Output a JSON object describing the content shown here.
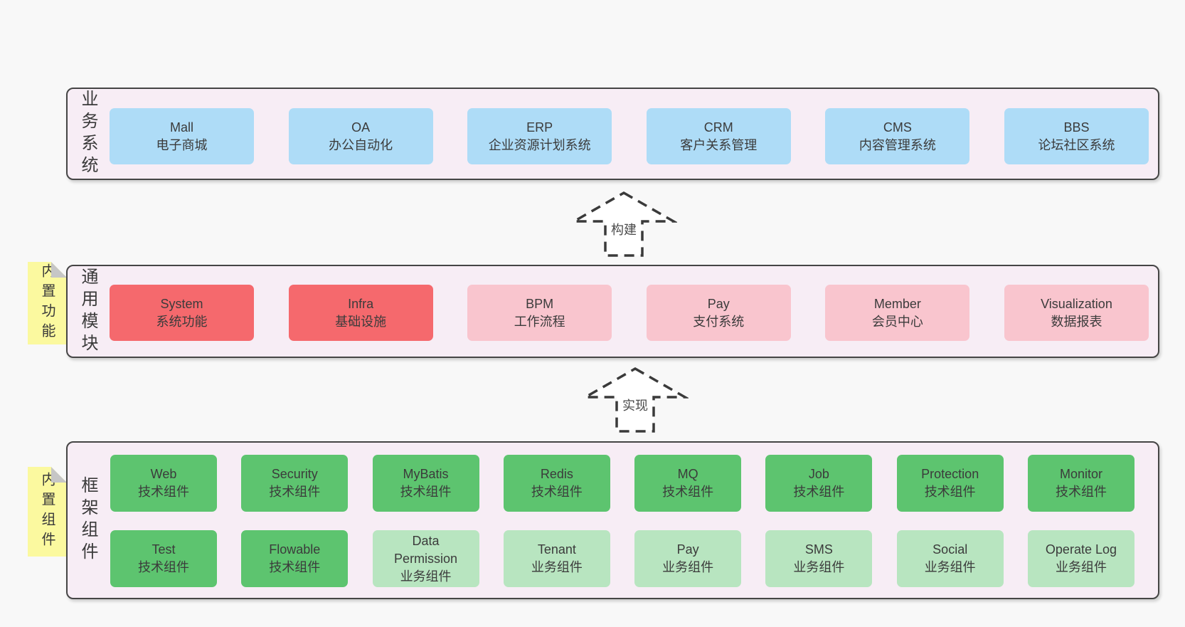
{
  "colors": {
    "page_bg": "#f8f8f8",
    "band_bg": "#f7edf5",
    "band_border": "#454545",
    "blue_box": "#aedcf7",
    "red_box": "#f5696d",
    "pink_box": "#f9c5ce",
    "green_box": "#5dc46f",
    "light_green_box": "#b8e5c0",
    "tab_bg": "#fbf99f",
    "tab_fold": "#c6c6c6",
    "text": "#3b3b3b"
  },
  "arrows": [
    {
      "label": "构建"
    },
    {
      "label": "实现"
    }
  ],
  "bands": [
    {
      "label": "业务系统",
      "boxes": [
        {
          "title": "Mall",
          "subtitle": "电子商城"
        },
        {
          "title": "OA",
          "subtitle": "办公自动化"
        },
        {
          "title": "ERP",
          "subtitle": "企业资源计划系统"
        },
        {
          "title": "CRM",
          "subtitle": "客户关系管理"
        },
        {
          "title": "CMS",
          "subtitle": "内容管理系统"
        },
        {
          "title": "BBS",
          "subtitle": "论坛社区系统"
        }
      ]
    },
    {
      "label": "通用模块",
      "tab": "内置功能",
      "boxes": [
        {
          "title": "System",
          "subtitle": "系统功能"
        },
        {
          "title": "Infra",
          "subtitle": "基础设施"
        },
        {
          "title": "BPM",
          "subtitle": "工作流程"
        },
        {
          "title": "Pay",
          "subtitle": "支付系统"
        },
        {
          "title": "Member",
          "subtitle": "会员中心"
        },
        {
          "title": "Visualization",
          "subtitle": "数据报表"
        }
      ]
    },
    {
      "label": "框架组件",
      "tab": "内置组件",
      "rows": [
        [
          {
            "title": "Web",
            "subtitle": "技术组件"
          },
          {
            "title": "Security",
            "subtitle": "技术组件"
          },
          {
            "title": "MyBatis",
            "subtitle": "技术组件"
          },
          {
            "title": "Redis",
            "subtitle": "技术组件"
          },
          {
            "title": "MQ",
            "subtitle": "技术组件"
          },
          {
            "title": "Job",
            "subtitle": "技术组件"
          },
          {
            "title": "Protection",
            "subtitle": "技术组件"
          },
          {
            "title": "Monitor",
            "subtitle": "技术组件"
          }
        ],
        [
          {
            "title": "Test",
            "subtitle": "技术组件"
          },
          {
            "title": "Flowable",
            "subtitle": "技术组件"
          },
          {
            "title": "Data Permission",
            "subtitle": "业务组件"
          },
          {
            "title": "Tenant",
            "subtitle": "业务组件"
          },
          {
            "title": "Pay",
            "subtitle": "业务组件"
          },
          {
            "title": "SMS",
            "subtitle": "业务组件"
          },
          {
            "title": "Social",
            "subtitle": "业务组件"
          },
          {
            "title": "Operate Log",
            "subtitle": "业务组件"
          }
        ]
      ]
    }
  ]
}
